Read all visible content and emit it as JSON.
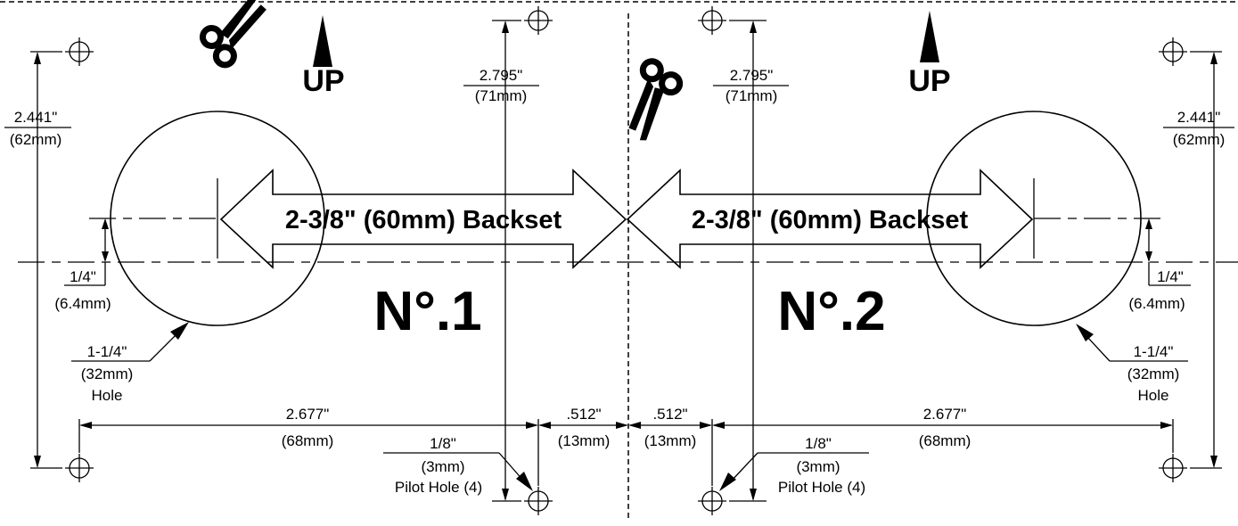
{
  "template1": {
    "up_label": "UP",
    "backset_label": "2-3/8\" (60mm) Backset",
    "number_label": "N°.1",
    "vertical_pilot_in": "2.795\"",
    "vertical_pilot_mm": "(71mm)",
    "vertical_outer_in": "2.441\"",
    "vertical_outer_mm": "(62mm)",
    "offset_in": "1/4\"",
    "offset_mm": "(6.4mm)",
    "hole_in": "1-1/4\"",
    "hole_mm": "(32mm)",
    "hole_word": "Hole",
    "horizontal_in": "2.677\"",
    "horizontal_mm": "(68mm)",
    "edge_in": ".512\"",
    "edge_mm": "(13mm)",
    "pilot_in": "1/8\"",
    "pilot_mm": "(3mm)",
    "pilot_label": "Pilot Hole (4)"
  },
  "template2": {
    "up_label": "UP",
    "backset_label": "2-3/8\" (60mm) Backset",
    "number_label": "N°.2",
    "vertical_pilot_in": "2.795\"",
    "vertical_pilot_mm": "(71mm)",
    "vertical_outer_in": "2.441\"",
    "vertical_outer_mm": "(62mm)",
    "offset_in": "1/4\"",
    "offset_mm": "(6.4mm)",
    "hole_in": "1-1/4\"",
    "hole_mm": "(32mm)",
    "hole_word": "Hole",
    "horizontal_in": "2.677\"",
    "horizontal_mm": "(68mm)",
    "edge_in": ".512\"",
    "edge_mm": "(13mm)",
    "pilot_in": "1/8\"",
    "pilot_mm": "(3mm)",
    "pilot_label": "Pilot Hole (4)"
  },
  "icons": {
    "cut_marker": "scissors-icon",
    "hole_marker": "crosshair-icon",
    "direction_marker": "up-arrow-icon"
  }
}
